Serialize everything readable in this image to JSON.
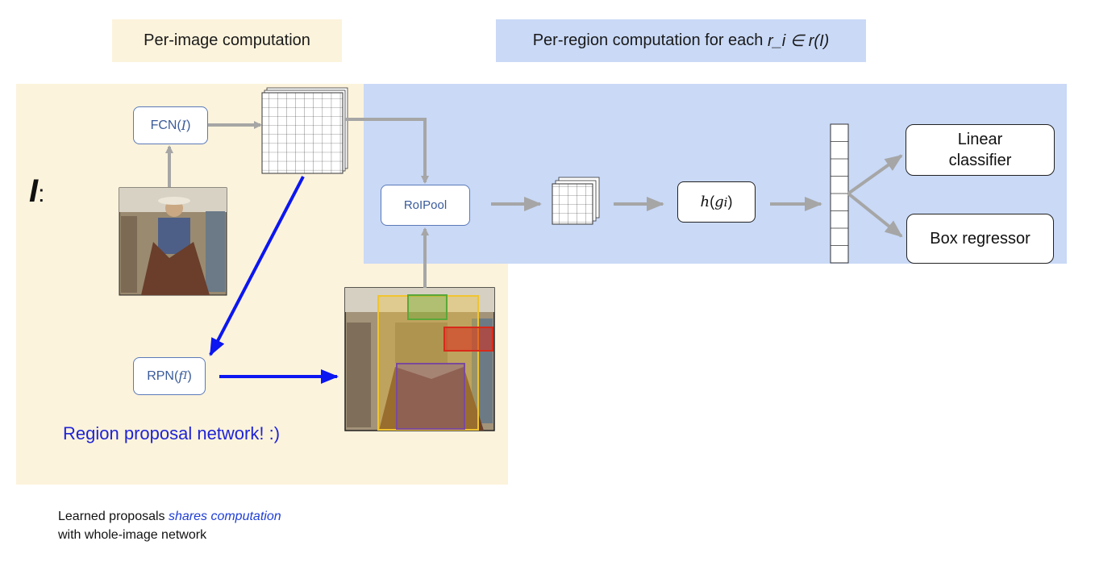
{
  "legend": {
    "per_image": "Per-image computation",
    "per_region_prefix": "Per-region computation for each ",
    "per_region_math": "r_i ∈ r(I)",
    "per_image_color": "#fcf3dc",
    "per_region_color": "#c9d9f6"
  },
  "input_label": {
    "letter": "I",
    "colon": ":"
  },
  "nodes": {
    "fcn": {
      "name": "FCN",
      "arg": "I"
    },
    "roipool": "RoIPool",
    "head": {
      "fn": "h",
      "arg": "g",
      "sub": "i"
    },
    "rpn": {
      "name": "RPN",
      "arg": "f",
      "sub": "I"
    },
    "linear_classifier_line1": "Linear",
    "linear_classifier_line2": "classifier",
    "box_regressor": "Box regressor"
  },
  "annotations": {
    "rpn_note": "Region proposal network! :)",
    "footer_prefix": "Learned proposals ",
    "footer_emph": "shares computation",
    "footer_line2": "with whole-image network"
  },
  "colors": {
    "arrow_gray": "#a6a6a6",
    "arrow_blue": "#0b16f0",
    "rpn_text": "#1f24d6",
    "emph_text": "#1f3ed6",
    "box_yellow": "#f0c430",
    "box_green": "#5aa83a",
    "box_red": "#d82a1a",
    "box_purple": "#7a4a9a"
  }
}
